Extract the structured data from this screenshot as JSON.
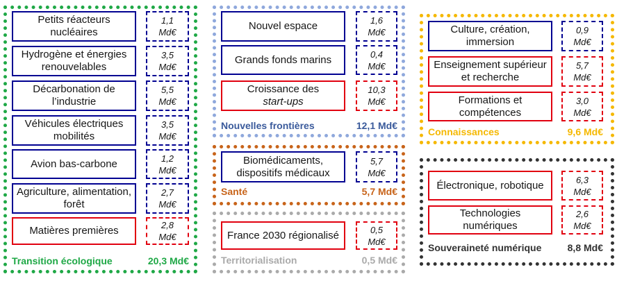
{
  "colors": {
    "navy": "#000091",
    "red": "#e1000f",
    "green": "#1fa846",
    "blue": "#8fa8dc",
    "blue_text": "#3a5a9b",
    "orange": "#c8641a",
    "gray": "#aaaaaa",
    "yellow": "#f5b800",
    "black": "#333333"
  },
  "groups": [
    {
      "name": "Transition écologique",
      "total": "20,3 Md€",
      "items": [
        {
          "label": "Petits réacteurs nucléaires",
          "value": "1,1\nMd€",
          "style": "navy"
        },
        {
          "label": "Hydrogène et énergies renouvelables",
          "value": "3,5\nMd€",
          "style": "navy"
        },
        {
          "label": "Décarbonation de l’industrie",
          "value": "5,5\nMd€",
          "style": "navy"
        },
        {
          "label": "Véhicules électriques mobilités",
          "value": "3,5\nMd€",
          "style": "navy"
        },
        {
          "label": "Avion bas-carbone",
          "value": "1,2\nMd€",
          "style": "navy"
        },
        {
          "label": "Agriculture, alimentation, forêt",
          "value": "2,7\nMd€",
          "style": "navy"
        },
        {
          "label": "Matières premières",
          "value": "2,8\nMd€",
          "style": "red"
        }
      ]
    },
    {
      "name": "Nouvelles frontières",
      "total": "12,1 Md€",
      "items": [
        {
          "label": "Nouvel espace",
          "value": "1,6\nMd€",
          "style": "navy"
        },
        {
          "label": "Grands fonds marins",
          "value": "0,4\nMd€",
          "style": "navy"
        },
        {
          "label": "Croissance des start-ups",
          "value": "10,3\nMd€",
          "style": "red"
        }
      ]
    },
    {
      "name": "Santé",
      "total": "5,7 Md€",
      "items": [
        {
          "label": "Biomédicaments, dispositifs médicaux",
          "value": "5,7\nMd€",
          "style": "navy"
        }
      ]
    },
    {
      "name": "Territorialisation",
      "total": "0,5 Md€",
      "items": [
        {
          "label": "France 2030 régionalisé",
          "value": "0,5\nMd€",
          "style": "red"
        }
      ]
    },
    {
      "name": "Connaissances",
      "total": "9,6 Md€",
      "items": [
        {
          "label": "Culture, création, immersion",
          "value": "0,9\nMd€",
          "style": "navy"
        },
        {
          "label": "Enseignement supérieur et recherche",
          "value": "5,7\nMd€",
          "style": "red"
        },
        {
          "label": "Formations et compétences",
          "value": "3,0\nMd€",
          "style": "red"
        }
      ]
    },
    {
      "name": "Souveraineté numérique",
      "total": "8,8 Md€",
      "items": [
        {
          "label": "Électronique, robotique",
          "value": "6,3\nMd€",
          "style": "red"
        },
        {
          "label": "Technologies numériques",
          "value": "2,6\nMd€",
          "style": "red"
        }
      ]
    }
  ]
}
